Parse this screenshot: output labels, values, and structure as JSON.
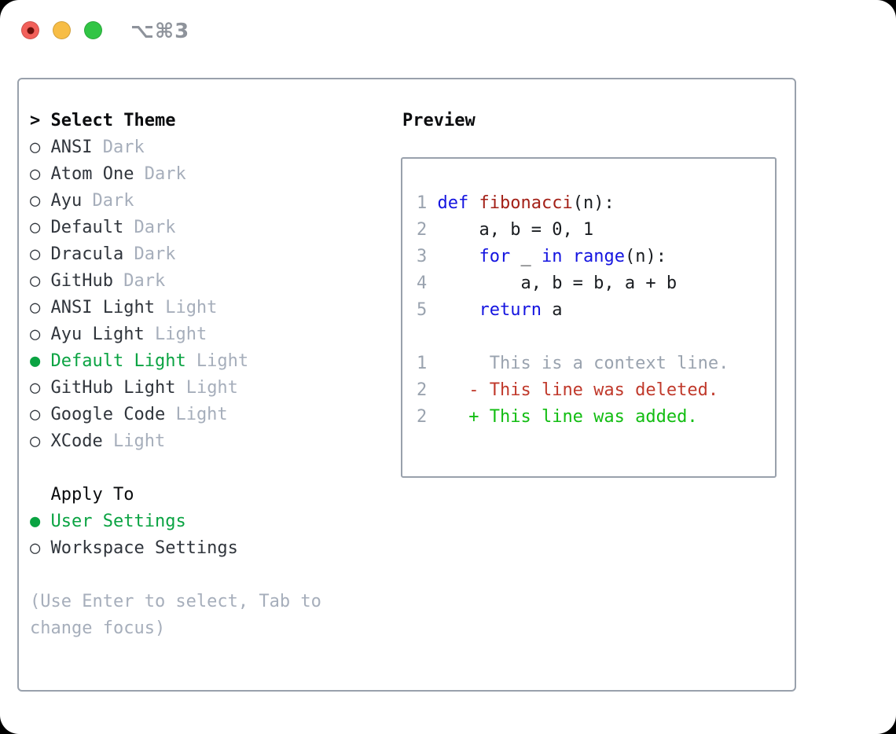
{
  "window": {
    "title": "⌥⌘3"
  },
  "traffic_lights": {
    "close": "red-with-dot",
    "minimize": "yellow",
    "zoom": "green"
  },
  "colors": {
    "selected_green": "#0aa342",
    "added_green": "#12bd12",
    "deleted_red": "#c0392b",
    "keyword_blue": "#1414e0",
    "function_red": "#a32017",
    "muted_gray": "#a6aebb",
    "text_dark": "#30353c",
    "line_number_gray": "#9aa3af",
    "border_gray": "#99a1ac",
    "title_gray": "#8e939b",
    "traffic_red": "#f2605a",
    "traffic_red_dot": "#6b100b",
    "traffic_yellow": "#f7bd45",
    "traffic_green": "#31c545"
  },
  "glyphs": {
    "header_prefix": ">",
    "selected_marker": "●",
    "unselected_marker": "○"
  },
  "theme_picker": {
    "header": "Select Theme",
    "items": [
      {
        "name": "ANSI",
        "variant": "Dark",
        "selected": false
      },
      {
        "name": "Atom One",
        "variant": "Dark",
        "selected": false
      },
      {
        "name": "Ayu",
        "variant": "Dark",
        "selected": false
      },
      {
        "name": "Default",
        "variant": "Dark",
        "selected": false
      },
      {
        "name": "Dracula",
        "variant": "Dark",
        "selected": false
      },
      {
        "name": "GitHub",
        "variant": "Dark",
        "selected": false
      },
      {
        "name": "ANSI Light",
        "variant": "Light",
        "selected": false
      },
      {
        "name": "Ayu Light",
        "variant": "Light",
        "selected": false
      },
      {
        "name": "Default Light",
        "variant": "Light",
        "selected": true
      },
      {
        "name": "GitHub Light",
        "variant": "Light",
        "selected": false
      },
      {
        "name": "Google Code",
        "variant": "Light",
        "selected": false
      },
      {
        "name": "XCode",
        "variant": "Light",
        "selected": false
      }
    ]
  },
  "apply_to": {
    "header": "Apply To",
    "options": [
      {
        "label": "User Settings",
        "selected": true
      },
      {
        "label": "Workspace Settings",
        "selected": false
      }
    ]
  },
  "hint_lines": [
    "(Use Enter to select, Tab to",
    "change focus)"
  ],
  "preview": {
    "label": "Preview",
    "lines": [
      {
        "num": "1",
        "tokens": [
          {
            "c": "kw",
            "t": "def"
          },
          {
            "c": "txt",
            "t": " "
          },
          {
            "c": "fn",
            "t": "fibonacci"
          },
          {
            "c": "txt",
            "t": "(n):"
          }
        ]
      },
      {
        "num": "2",
        "tokens": [
          {
            "c": "txt",
            "t": "    a, b = 0, 1"
          }
        ]
      },
      {
        "num": "3",
        "tokens": [
          {
            "c": "txt",
            "t": "    "
          },
          {
            "c": "kw",
            "t": "for"
          },
          {
            "c": "txt",
            "t": " _ "
          },
          {
            "c": "kw",
            "t": "in"
          },
          {
            "c": "txt",
            "t": " "
          },
          {
            "c": "kw",
            "t": "range"
          },
          {
            "c": "txt",
            "t": "(n):"
          }
        ]
      },
      {
        "num": "4",
        "tokens": [
          {
            "c": "txt",
            "t": "        a, b = b, a + b"
          }
        ]
      },
      {
        "num": "5",
        "tokens": [
          {
            "c": "txt",
            "t": "    "
          },
          {
            "c": "kw",
            "t": "return"
          },
          {
            "c": "txt",
            "t": " a"
          }
        ]
      },
      {
        "num": "",
        "tokens": []
      },
      {
        "num": "1",
        "tokens": [
          {
            "c": "ctx",
            "t": "     This is a context line."
          }
        ]
      },
      {
        "num": "2",
        "tokens": [
          {
            "c": "del",
            "t": "   - This line was deleted."
          }
        ]
      },
      {
        "num": "2",
        "tokens": [
          {
            "c": "add",
            "t": "   + This line was added."
          }
        ]
      }
    ]
  }
}
